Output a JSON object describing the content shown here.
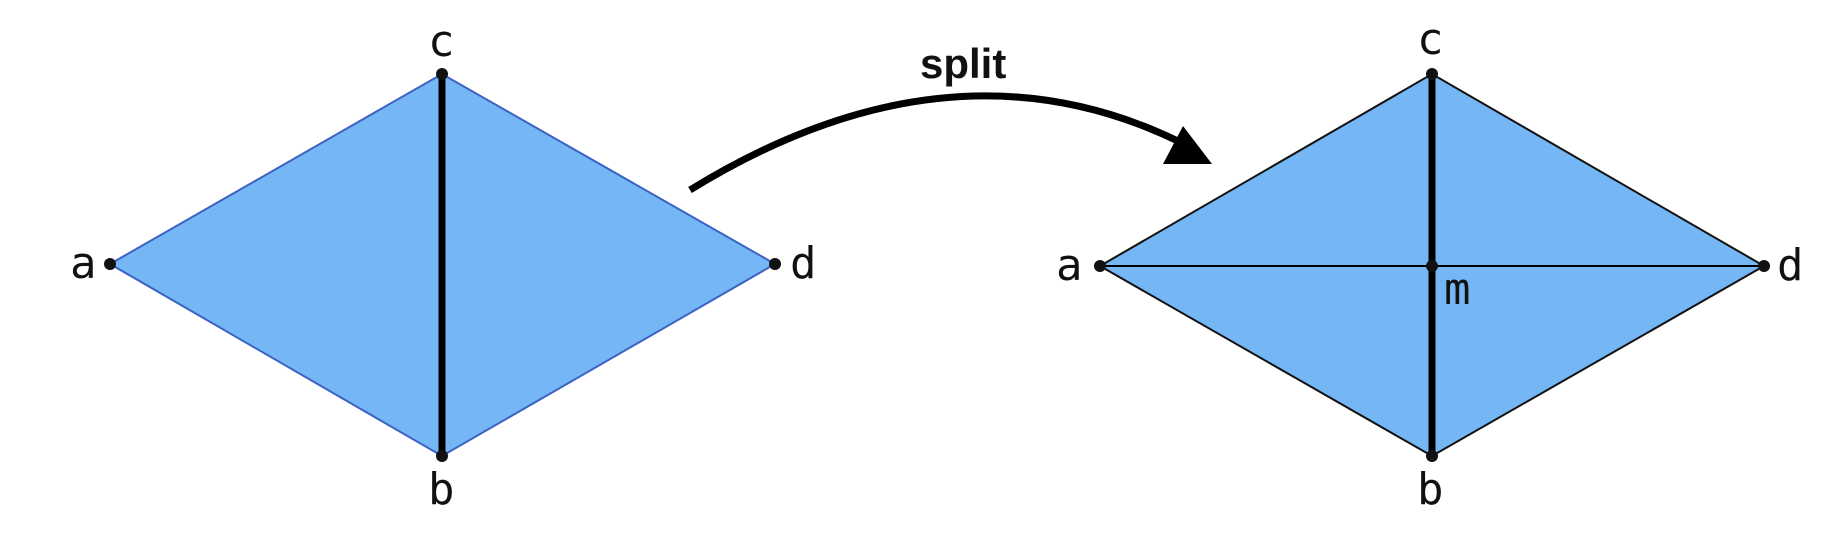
{
  "colors": {
    "fill": "#75b6f5",
    "left_outline": "#3b62c4",
    "right_outline": "#111111",
    "edge": "#000000"
  },
  "operation": {
    "label": "split"
  },
  "before": {
    "vertices": {
      "a": "a",
      "b": "b",
      "c": "c",
      "d": "d"
    },
    "edges": [
      "a-c",
      "c-d",
      "d-b",
      "b-a",
      "c-b"
    ]
  },
  "after": {
    "vertices": {
      "a": "a",
      "b": "b",
      "c": "c",
      "d": "d",
      "m": "m"
    },
    "edges": [
      "a-c",
      "c-d",
      "d-b",
      "b-a",
      "c-m",
      "m-b",
      "a-m",
      "m-d"
    ]
  }
}
